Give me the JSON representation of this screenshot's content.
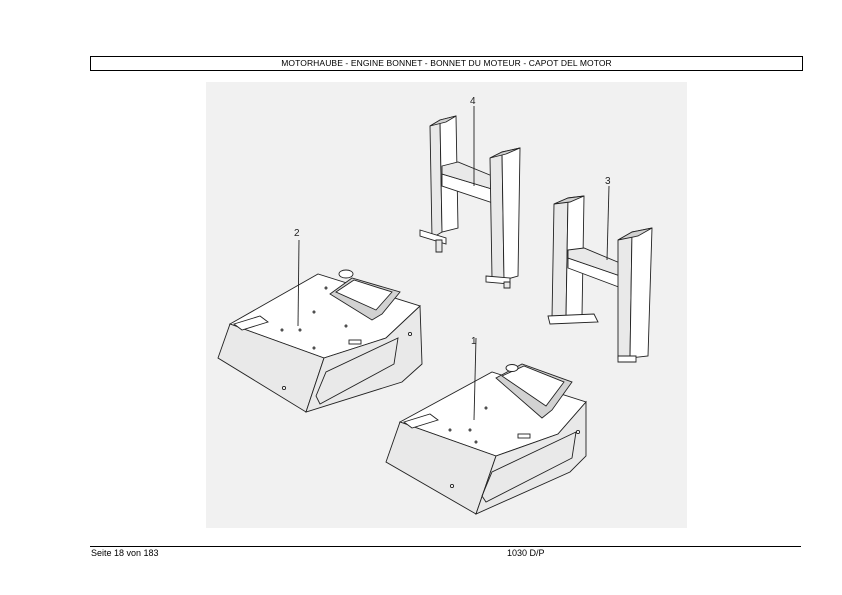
{
  "header": {
    "title": "MOTORHAUBE - ENGINE BONNET - BONNET DU MOTEUR - CAPOT DEL MOTOR"
  },
  "figure": {
    "callouts": [
      "1",
      "2",
      "3",
      "4"
    ]
  },
  "footer": {
    "page_text": "Seite 18 von 183",
    "model": "1030 D/P"
  }
}
